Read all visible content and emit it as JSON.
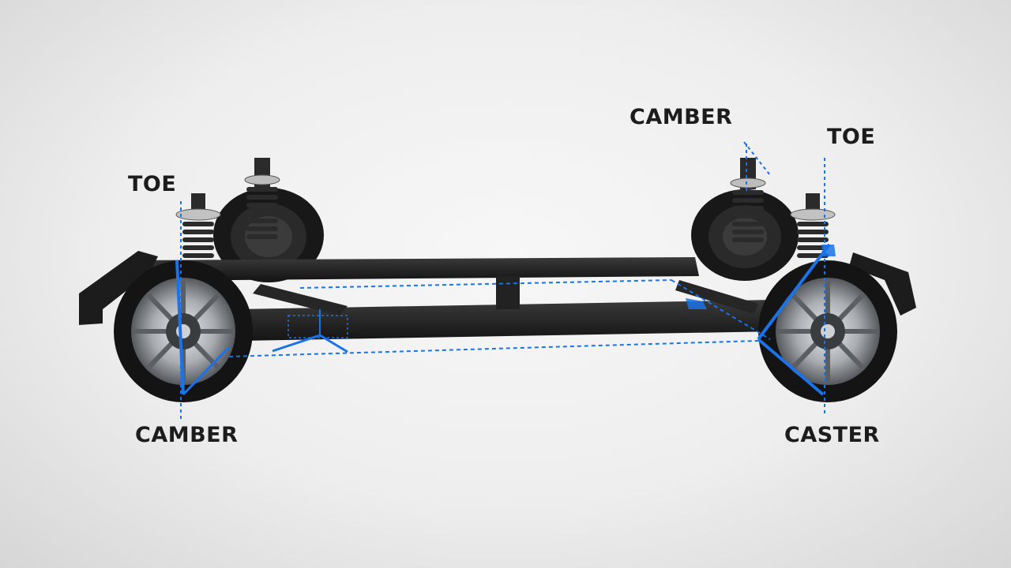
{
  "labels": {
    "toe_left": "TOE",
    "camber_top": "CAMBER",
    "toe_right": "TOE",
    "camber_bottom": "CAMBER",
    "caster": "CASTER"
  },
  "colors": {
    "accent": "#1a73e8",
    "frame": "#1f1f1f",
    "tire": "#141414",
    "rim": "#b9bcc0",
    "background": "#eeeeee"
  }
}
